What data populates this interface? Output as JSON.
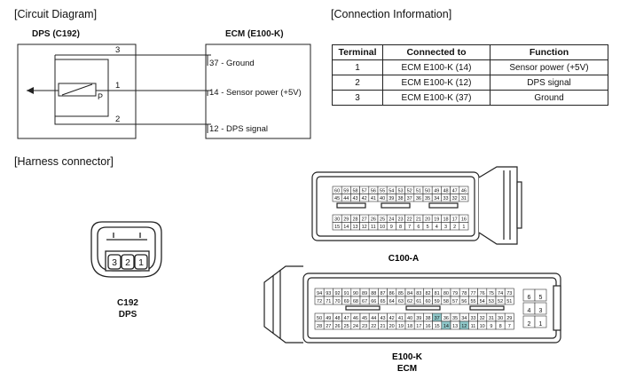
{
  "circuit": {
    "heading": "[Circuit Diagram]",
    "dps_title": "DPS (C192)",
    "ecm_title": "ECM (E100-K)",
    "pins": [
      {
        "dps_pin": "3",
        "ecm_label": "37 - Ground"
      },
      {
        "dps_pin": "1",
        "ecm_label": "14 - Sensor power (+5V)"
      },
      {
        "dps_pin": "2",
        "ecm_label": "12 - DPS signal"
      }
    ],
    "sensor_pin": "P"
  },
  "connection": {
    "heading": "[Connection Information]",
    "headers": [
      "Terminal",
      "Connected to",
      "Function"
    ],
    "rows": [
      [
        "1",
        "ECM E100-K (14)",
        "Sensor power (+5V)"
      ],
      [
        "2",
        "ECM E100-K (12)",
        "DPS signal"
      ],
      [
        "3",
        "ECM E100-K (37)",
        "Ground"
      ]
    ]
  },
  "harness": {
    "heading": "[Harness connector]",
    "c192": {
      "pins": [
        "3",
        "2",
        "1"
      ],
      "label1": "C192",
      "label2": "DPS"
    },
    "c100a": {
      "label": "C100-A",
      "row1": [
        "60",
        "59",
        "58",
        "57",
        "56",
        "55",
        "54",
        "53",
        "52",
        "51",
        "50",
        "49",
        "48",
        "47",
        "46"
      ],
      "row2": [
        "45",
        "44",
        "43",
        "42",
        "41",
        "40",
        "39",
        "38",
        "37",
        "36",
        "35",
        "34",
        "33",
        "32",
        "31"
      ],
      "row3": [
        "30",
        "29",
        "28",
        "27",
        "26",
        "25",
        "24",
        "23",
        "22",
        "21",
        "20",
        "19",
        "18",
        "17",
        "16"
      ],
      "row4": [
        "15",
        "14",
        "13",
        "12",
        "11",
        "10",
        "9",
        "8",
        "7",
        "6",
        "5",
        "4",
        "3",
        "2",
        "1"
      ]
    },
    "e100k": {
      "label1": "E100-K",
      "label2": "ECM",
      "row1": [
        "94",
        "93",
        "92",
        "91",
        "90",
        "89",
        "88",
        "87",
        "86",
        "85",
        "84",
        "83",
        "82",
        "81",
        "80",
        "79",
        "78",
        "77",
        "76",
        "75",
        "74",
        "73"
      ],
      "row2": [
        "72",
        "71",
        "70",
        "69",
        "68",
        "67",
        "66",
        "65",
        "64",
        "63",
        "62",
        "61",
        "60",
        "59",
        "58",
        "57",
        "56",
        "55",
        "54",
        "53",
        "52",
        "51"
      ],
      "row3": [
        "50",
        "49",
        "48",
        "47",
        "46",
        "45",
        "44",
        "43",
        "42",
        "41",
        "40",
        "39",
        "38",
        "37",
        "36",
        "35",
        "34",
        "33",
        "32",
        "31",
        "30",
        "29"
      ],
      "row4": [
        "28",
        "27",
        "26",
        "25",
        "24",
        "23",
        "22",
        "21",
        "20",
        "19",
        "18",
        "17",
        "16",
        "15",
        "14",
        "13",
        "12",
        "11",
        "10",
        "9",
        "8",
        "7"
      ],
      "side": [
        [
          "6",
          "5"
        ],
        [
          "4",
          "3"
        ],
        [
          "2",
          "1"
        ]
      ],
      "highlight": [
        "37",
        "14",
        "12"
      ],
      "highlight_color": "#8fc7c9"
    }
  }
}
